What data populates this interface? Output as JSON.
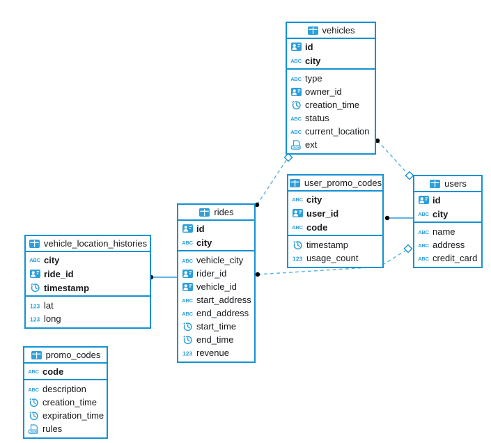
{
  "diagram_type": "database-schema-erd",
  "colors": {
    "table_border": "#1292d2",
    "icon_blue": "#2d9fd9",
    "dashed_line": "#5cb5e4",
    "solid_line": "#2b9cd8",
    "text": "#16191d",
    "background": "#ffffff"
  },
  "icon_glyphs": {
    "string": "ABC",
    "number": "123",
    "json": "JSON"
  },
  "tables": {
    "vehicles": {
      "title": "vehicles",
      "key_columns": [
        {
          "label": "id",
          "type": "ref"
        },
        {
          "label": "city",
          "type": "string"
        }
      ],
      "columns": [
        {
          "label": "type",
          "type": "string"
        },
        {
          "label": "owner_id",
          "type": "ref"
        },
        {
          "label": "creation_time",
          "type": "timestamp"
        },
        {
          "label": "status",
          "type": "string"
        },
        {
          "label": "current_location",
          "type": "string"
        },
        {
          "label": "ext",
          "type": "json"
        }
      ]
    },
    "user_promo_codes": {
      "title": "user_promo_codes",
      "key_columns": [
        {
          "label": "city",
          "type": "string"
        },
        {
          "label": "user_id",
          "type": "ref"
        },
        {
          "label": "code",
          "type": "string"
        }
      ],
      "columns": [
        {
          "label": "timestamp",
          "type": "timestamp"
        },
        {
          "label": "usage_count",
          "type": "number"
        }
      ]
    },
    "users": {
      "title": "users",
      "key_columns": [
        {
          "label": "id",
          "type": "ref"
        },
        {
          "label": "city",
          "type": "string"
        }
      ],
      "columns": [
        {
          "label": "name",
          "type": "string"
        },
        {
          "label": "address",
          "type": "string"
        },
        {
          "label": "credit_card",
          "type": "string"
        }
      ]
    },
    "rides": {
      "title": "rides",
      "key_columns": [
        {
          "label": "id",
          "type": "ref"
        },
        {
          "label": "city",
          "type": "string"
        }
      ],
      "columns": [
        {
          "label": "vehicle_city",
          "type": "string"
        },
        {
          "label": "rider_id",
          "type": "ref"
        },
        {
          "label": "vehicle_id",
          "type": "ref"
        },
        {
          "label": "start_address",
          "type": "string"
        },
        {
          "label": "end_address",
          "type": "string"
        },
        {
          "label": "start_time",
          "type": "timestamp"
        },
        {
          "label": "end_time",
          "type": "timestamp"
        },
        {
          "label": "revenue",
          "type": "number"
        }
      ]
    },
    "vehicle_location_histories": {
      "title": "vehicle_location_histories",
      "key_columns": [
        {
          "label": "city",
          "type": "string"
        },
        {
          "label": "ride_id",
          "type": "ref"
        },
        {
          "label": "timestamp",
          "type": "timestamp"
        }
      ],
      "columns": [
        {
          "label": "lat",
          "type": "number"
        },
        {
          "label": "long",
          "type": "number"
        }
      ]
    },
    "promo_codes": {
      "title": "promo_codes",
      "key_columns": [
        {
          "label": "code",
          "type": "string"
        }
      ],
      "columns": [
        {
          "label": "description",
          "type": "string"
        },
        {
          "label": "creation_time",
          "type": "timestamp"
        },
        {
          "label": "expiration_time",
          "type": "timestamp"
        },
        {
          "label": "rules",
          "type": "json"
        }
      ]
    }
  },
  "relationships": [
    {
      "from": "rides",
      "to": "vehicles",
      "style": "dashed"
    },
    {
      "from": "vehicles",
      "to": "users",
      "style": "dashed"
    },
    {
      "from": "user_promo_codes",
      "to": "users",
      "style": "solid"
    },
    {
      "from": "vehicle_location_histories",
      "to": "rides",
      "style": "solid"
    },
    {
      "from": "rides",
      "to": "users",
      "style": "dashed"
    }
  ]
}
